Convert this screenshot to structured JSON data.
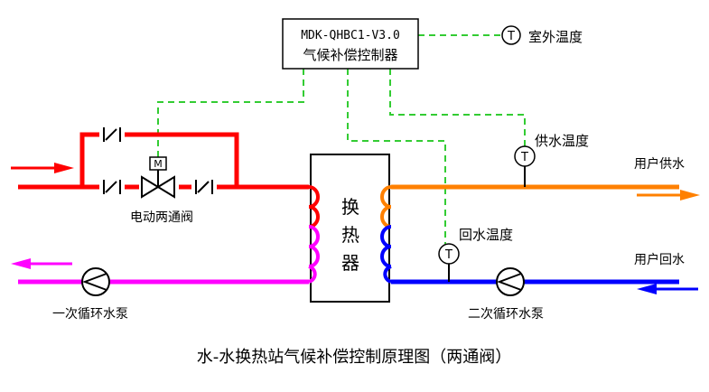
{
  "controller": {
    "model": "MDK-QHBC1-V3.0",
    "name": "气候补偿控制器"
  },
  "sensors": {
    "symbol": "T",
    "outdoor": "室外温度",
    "supply": "供水温度",
    "return": "回水温度"
  },
  "valve": {
    "symbol": "M",
    "label": "电动两通阀"
  },
  "exchanger": {
    "line1": "换",
    "line2": "热",
    "line3": "器"
  },
  "user": {
    "supply": "用户供水",
    "return": "用户回水"
  },
  "pumps": {
    "primary": "一次循环水泵",
    "secondary": "二次循环水泵"
  },
  "caption": "水-水换热站气候补偿控制原理图（两通阀）",
  "colors": {
    "primary_supply": "#ff0000",
    "primary_return": "#ff00ff",
    "secondary_supply": "#ff8000",
    "secondary_return": "#0000ff",
    "signal": "#33cc33"
  }
}
